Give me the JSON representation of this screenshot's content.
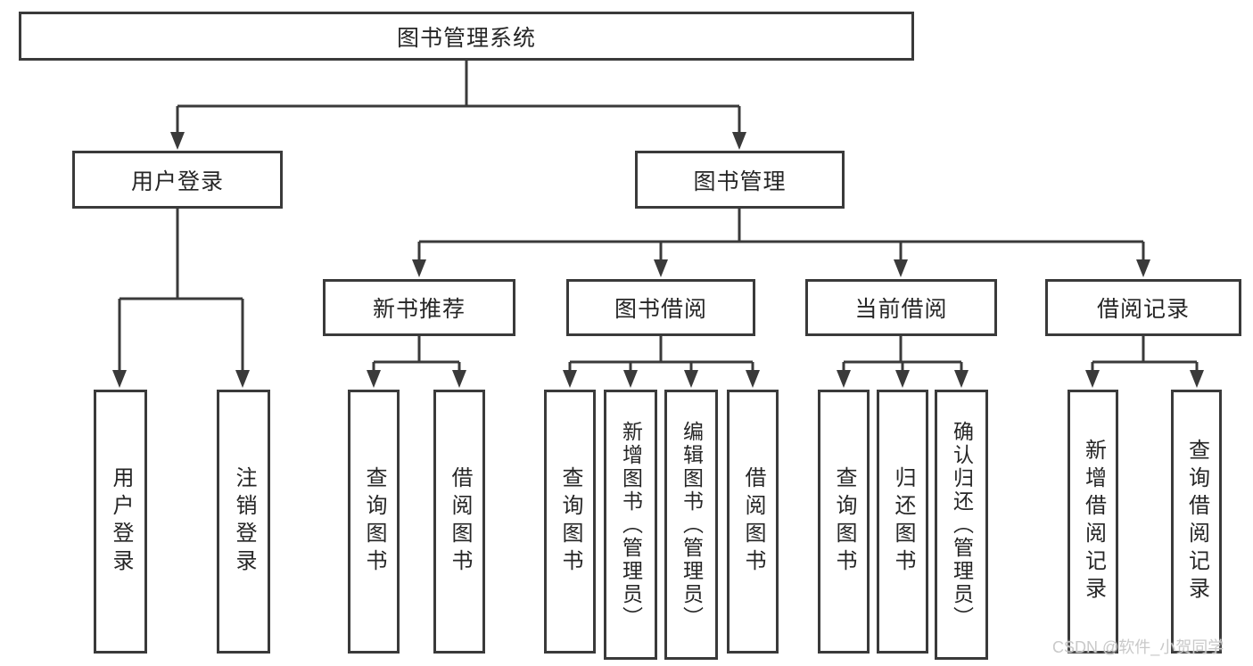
{
  "root": {
    "label": "图书管理系统"
  },
  "level2": {
    "user_login": {
      "label": "用户登录"
    },
    "book_management": {
      "label": "图书管理"
    }
  },
  "level3": {
    "new_books": {
      "label": "新书推荐"
    },
    "book_borrowing": {
      "label": "图书借阅"
    },
    "current_borrowing": {
      "label": "当前借阅"
    },
    "borrow_records": {
      "label": "借阅记录"
    }
  },
  "leaves": {
    "user_login": [
      "用户登录",
      "注销登录"
    ],
    "new_books": [
      "查询图书",
      "借阅图书"
    ],
    "book_borrowing": [
      "查询图书",
      "新增图书（管理员）",
      "编辑图书（管理员）",
      "借阅图书"
    ],
    "current_borrowing": [
      "查询图书",
      "归还图书",
      "确认归还（管理员）"
    ],
    "borrow_records": [
      "新增借阅记录",
      "查询借阅记录"
    ]
  },
  "watermark": {
    "text": "CSDN @软件_小贺同学"
  },
  "colors": {
    "line": "#3a3a3a",
    "text": "#262626",
    "watermark": "#c9c9c9",
    "background": "#ffffff"
  }
}
